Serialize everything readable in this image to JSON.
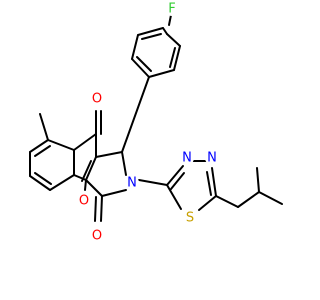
{
  "colors": {
    "background": "#ffffff",
    "bond": "#000000",
    "O": "#ff0000",
    "N": "#0000ff",
    "S": "#c8a000",
    "F": "#33cc33"
  },
  "atoms": [
    {
      "id": "F1",
      "symbol": "F"
    },
    {
      "id": "O1",
      "symbol": "O"
    },
    {
      "id": "N1",
      "symbol": "N"
    },
    {
      "id": "N2",
      "symbol": "N"
    },
    {
      "id": "N3",
      "symbol": "N"
    },
    {
      "id": "S1",
      "symbol": "S"
    },
    {
      "id": "O2",
      "symbol": "O"
    },
    {
      "id": "O3",
      "symbol": "O"
    }
  ]
}
